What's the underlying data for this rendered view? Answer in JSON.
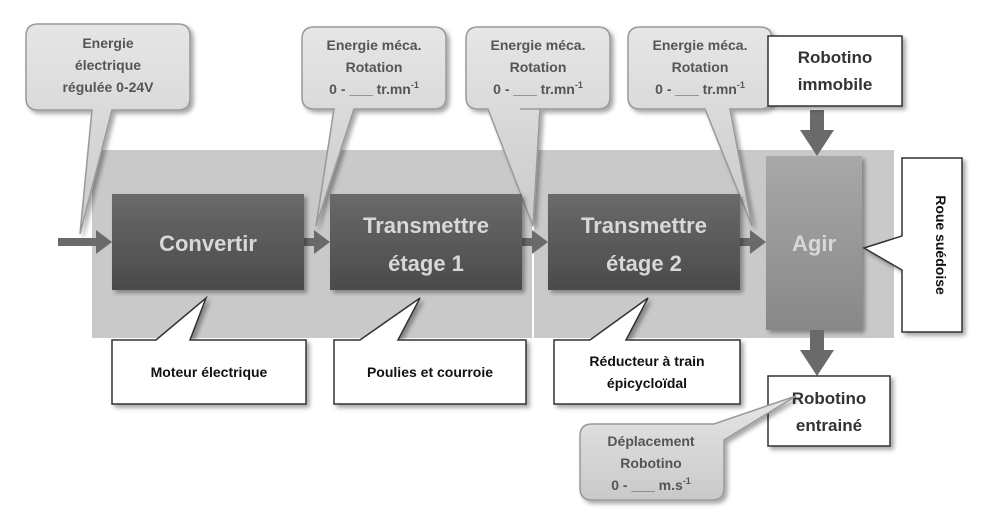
{
  "bubbles": {
    "input": {
      "line1": "Energie",
      "line2": "électrique",
      "line3": "régulée 0-24V"
    },
    "after_convert": {
      "line1": "Energie méca.",
      "line2": "Rotation",
      "line3_prefix": "0 - ___ tr.mn",
      "line3_sup": "-1"
    },
    "after_stage1": {
      "line1": "Energie méca.",
      "line2": "Rotation",
      "line3_prefix": "0 - ___ tr.mn",
      "line3_sup": "-1"
    },
    "after_stage2": {
      "line1": "Energie méca.",
      "line2": "Rotation",
      "line3_prefix": "0 - ___ tr.mn",
      "line3_sup": "-1"
    },
    "output": {
      "line1": "Déplacement",
      "line2": "Robotino",
      "line3_prefix": "0 - ___ m.s",
      "line3_sup": "-1"
    }
  },
  "functions": {
    "convert": "Convertir",
    "stage1_line1": "Transmettre",
    "stage1_line2": "étage 1",
    "stage2_line1": "Transmettre",
    "stage2_line2": "étage 2",
    "act": "Agir"
  },
  "components": {
    "motor": "Moteur électrique",
    "pulleys": "Poulies et courroie",
    "reducer_line1": "Réducteur à train",
    "reducer_line2": "épicycloïdal",
    "wheel": "Roue suédoise"
  },
  "states": {
    "in_line1": "Robotino",
    "in_line2": "immobile",
    "out_line1": "Robotino",
    "out_line2": "entrainé"
  },
  "colors": {
    "band": "#c8c8c8",
    "box_dark": "#5e5e5e",
    "box_light": "#9a9a9a",
    "bubble_fill": "#d6d6d6",
    "bubble_stroke": "#9a9a9a",
    "arrow": "#6a6a6a"
  }
}
